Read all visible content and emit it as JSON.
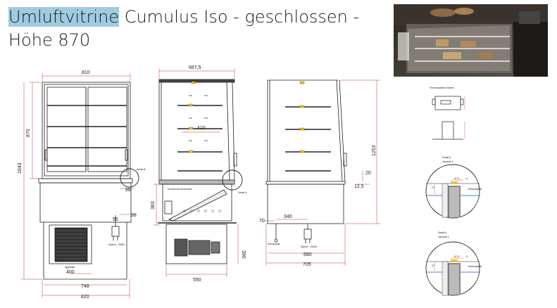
{
  "title": {
    "highlight": "Umluftvitrine",
    "rest": " Cumulus Iso - geschlossen -",
    "line2": "Höhe 870"
  },
  "front_view": {
    "dim_width_top": "810",
    "dim_height_display": "870",
    "dim_total_height": "1643",
    "dim_86": "86",
    "dim_98": "98",
    "dim_55": "55",
    "dim_400": "400",
    "dim_748": "748",
    "dim_820": "820",
    "label_aggregat": "Aggregat",
    "label_siphon": "Siphon - DN50",
    "label_detail_b": "Detail B"
  },
  "side_view_left": {
    "dim_width_top": "687,5",
    "dim_410": "410",
    "dim_383": "383",
    "dim_390": "390",
    "dim_550": "550",
    "label_kondensat": "Kondensat-Verdunster",
    "label_detail_a": "Detail A"
  },
  "side_view_right": {
    "dim_total_height": "1253",
    "dim_20": "20",
    "dim_12_5": "12,5",
    "dim_70": "70",
    "dim_340": "340",
    "dim_680": "680",
    "dim_705": "705",
    "label_kuehlanlage": "Kühlanlage",
    "label_siphon": "Siphon - DN50"
  },
  "details": {
    "thermostat_title": "Thermostatbox Eistem",
    "detail_a1_title": "Detail A",
    "detail_a1_sub": "Variante 1",
    "detail_a2_title": "Detail A",
    "detail_a2_sub": "Variante 2",
    "dim_27": "27",
    "dim_67_5": "67,5",
    "dim_6": "6",
    "label_theke": "Thekenplatte"
  },
  "colors": {
    "line": "#222222",
    "dim_red": "#c0392b",
    "highlight": "#9ecbe0",
    "yellow": "#f2c200",
    "blue": "#1f4fbf"
  }
}
